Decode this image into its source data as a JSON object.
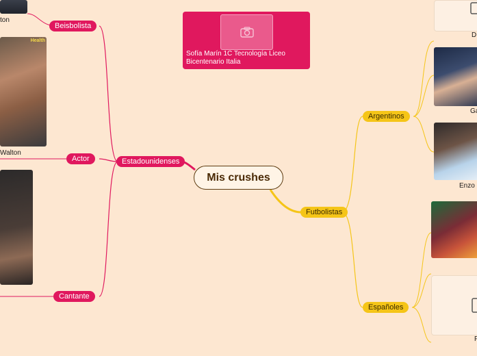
{
  "root": {
    "label": "Mis crushes"
  },
  "note": {
    "text": "Sofía Marín 1C  Tecnología Liceo Bicentenario Italia"
  },
  "branches": {
    "estadounidenses": "Estadounidenses",
    "beisbolista": "Beisbolista",
    "actor": "Actor",
    "cantante": "Cantante",
    "futbolistas": "Futbolistas",
    "argentinos": "Argentinos",
    "espanoles": "Españoles"
  },
  "captions": {
    "top_left": "ton",
    "actor_photo": "Walton",
    "top_right": "D",
    "arg_1": "Ga",
    "arg_2": "Enzo",
    "esp_photo": "",
    "bottom_right": "F"
  },
  "badges": {
    "health": "Health"
  },
  "colors": {
    "background": "#fde7d1",
    "pink": "#e0185e",
    "yellow": "#f5c518",
    "root_border": "#5c3b10"
  },
  "icons": [
    "camera-icon",
    "image-placeholder-icon"
  ]
}
